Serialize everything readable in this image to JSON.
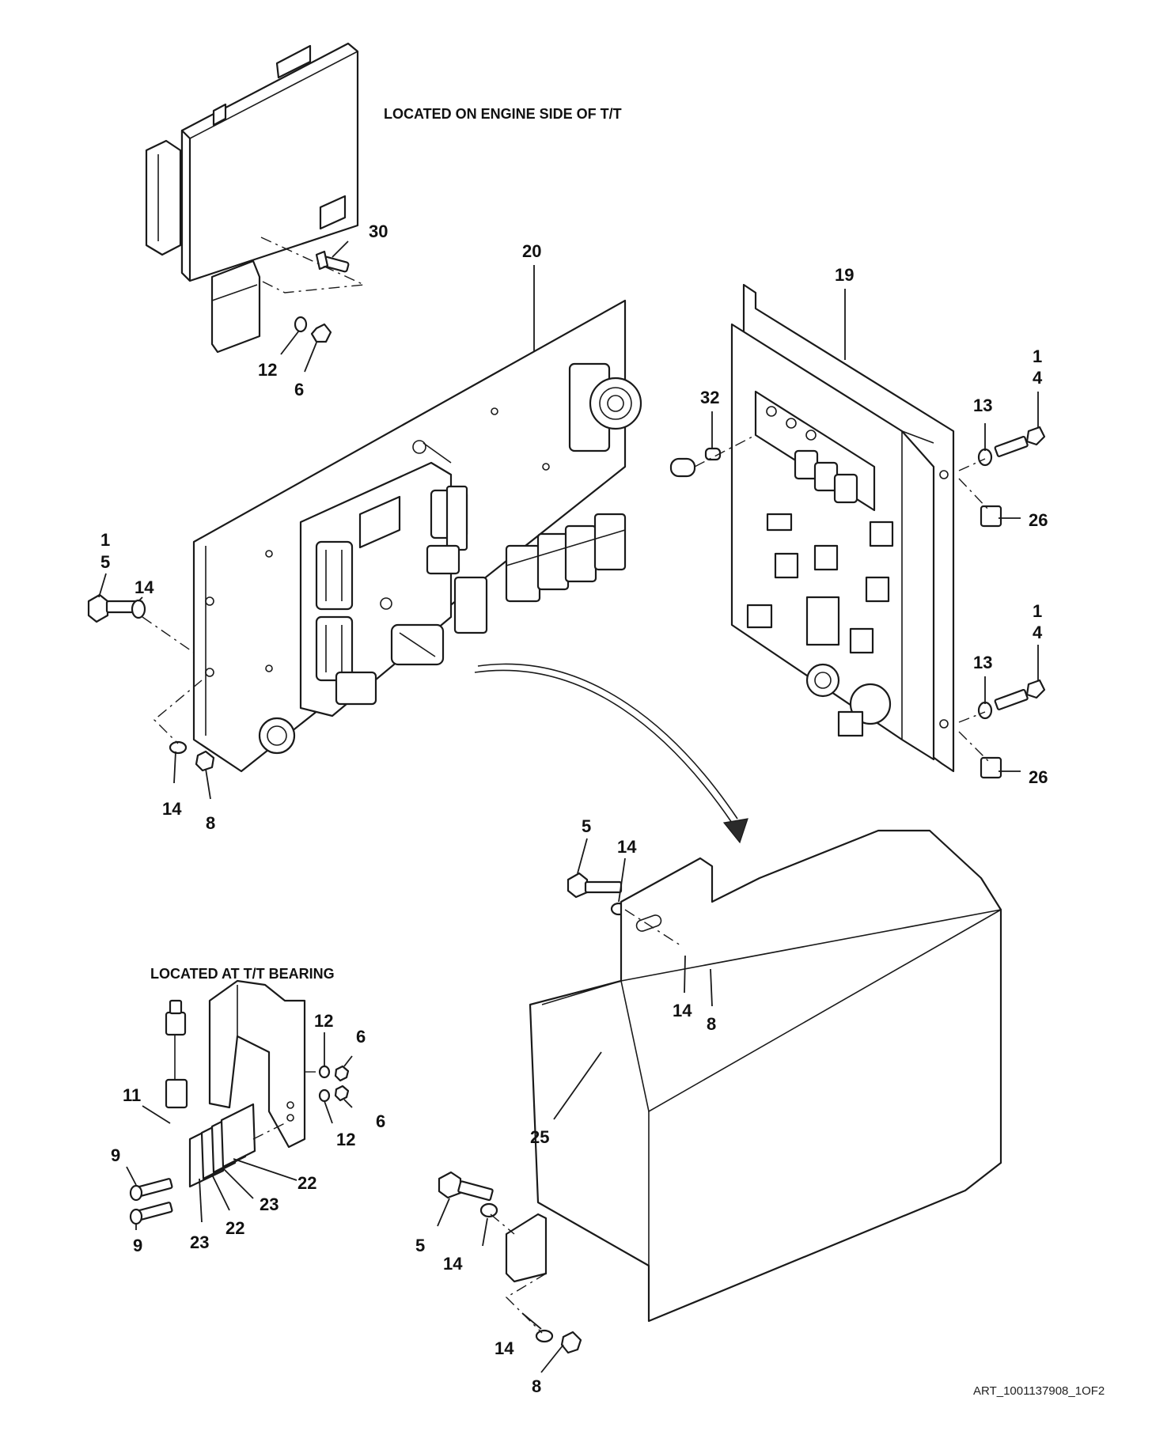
{
  "notes": {
    "engine_side": "LOCATED ON ENGINE SIDE OF T/T",
    "tt_bearing": "LOCATED AT T/T BEARING"
  },
  "art_ref": "ART_1001137908_1OF2",
  "callouts": {
    "c30": "30",
    "c20": "20",
    "c19": "19",
    "c12a": "12",
    "c6a": "6",
    "c32": "32",
    "c13a": "13",
    "c1a": "1",
    "c4a": "4",
    "c26a": "26",
    "c1b": "1",
    "c5a": "5",
    "c14a": "14",
    "c14b": "14",
    "c8a": "8",
    "c1c": "1",
    "c4b": "4",
    "c13b": "13",
    "c26b": "26",
    "c5b": "5",
    "c14c": "14",
    "c14d": "14",
    "c8b": "8",
    "c12b": "12",
    "c6b": "6",
    "c11": "11",
    "c6c": "6",
    "c12c": "12",
    "c9a": "9",
    "c22a": "22",
    "c23a": "23",
    "c9b": "9",
    "c23b": "23",
    "c22b": "22",
    "c25": "25",
    "c5c": "5",
    "c14e": "14",
    "c14f": "14",
    "c8c": "8"
  }
}
